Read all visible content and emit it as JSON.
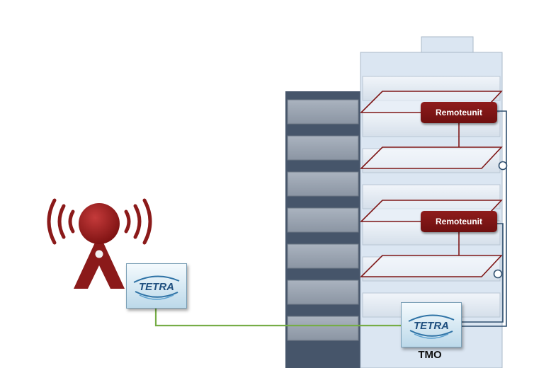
{
  "diagram": {
    "remote_units": [
      {
        "label": "Remoteunit"
      },
      {
        "label": "Remoteunit"
      }
    ],
    "tetra_logo_text": "TETRA",
    "tmo_label": "TMO",
    "colors": {
      "tower": "#8b1a1a",
      "remote_unit": "#7f1717",
      "floor_outline": "#7f1717",
      "radio_link": "#76ad46",
      "feeder_cable": "#2f4f6f",
      "building_front": "#dbe6f2",
      "building_side": "#46556a"
    },
    "icons": [
      "radio-tower-icon",
      "signal-waves-icon",
      "tetra-logo-icon",
      "antenna-node-icon"
    ]
  }
}
